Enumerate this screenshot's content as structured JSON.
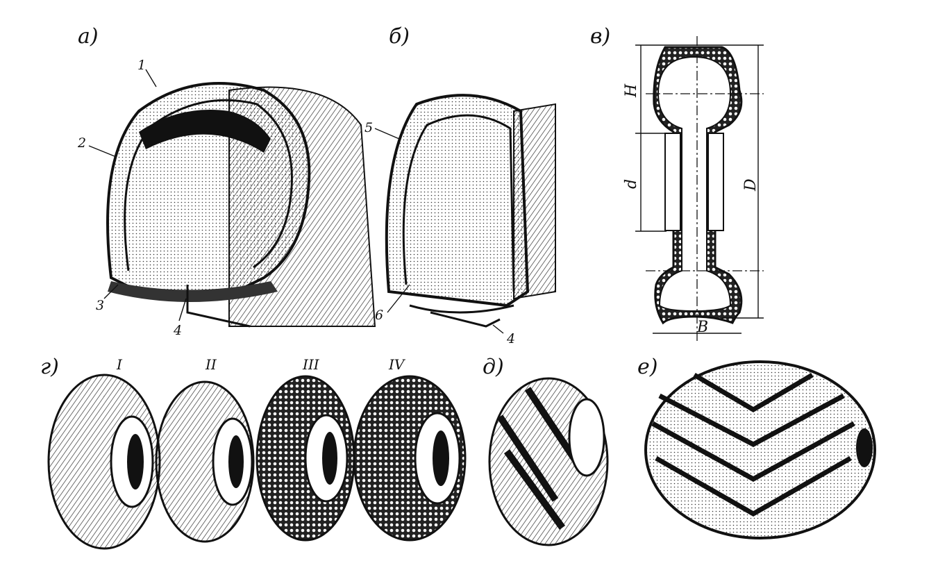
{
  "panels": {
    "a": {
      "label": "а)",
      "callouts": [
        "1",
        "2",
        "3",
        "4"
      ]
    },
    "b": {
      "label": "б)",
      "callouts": [
        "5",
        "6",
        "4"
      ]
    },
    "v": {
      "label": "в)",
      "dimensions": {
        "H": "H",
        "d": "d",
        "D": "D",
        "B": "B"
      }
    },
    "g": {
      "label": "г)",
      "tires": [
        "I",
        "II",
        "III",
        "IV"
      ]
    },
    "d": {
      "label": "д)"
    },
    "e": {
      "label": "е)"
    }
  },
  "colors": {
    "ink": "#111111",
    "paper": "#ffffff"
  }
}
